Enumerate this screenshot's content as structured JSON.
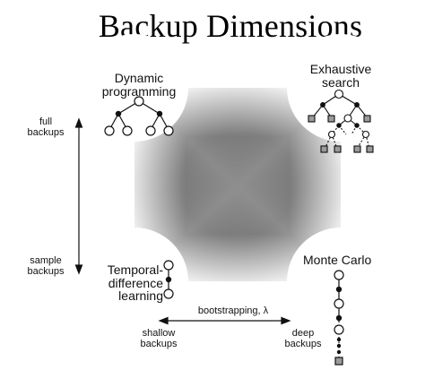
{
  "title": "Backup Dimensions",
  "corners": {
    "top_left": "Dynamic\nprogramming",
    "top_right": "Exhaustive\nsearch",
    "bottom_left": "Temporal-\ndifference\nlearning",
    "bottom_right": "Monte Carlo"
  },
  "vertical_axis": {
    "top": "full\nbackups",
    "bottom": "sample\nbackups"
  },
  "horizontal_axis": {
    "left": "shallow\nbackups",
    "middle": "bootstrapping, λ",
    "right": "deep\nbackups"
  },
  "colors": {
    "gradient_center": "#6b6b6b",
    "gradient_edge": "#f2f2f2",
    "node_fill": "#ffffff",
    "leaf_fill": "#9b9b9b",
    "stroke": "#111111"
  }
}
